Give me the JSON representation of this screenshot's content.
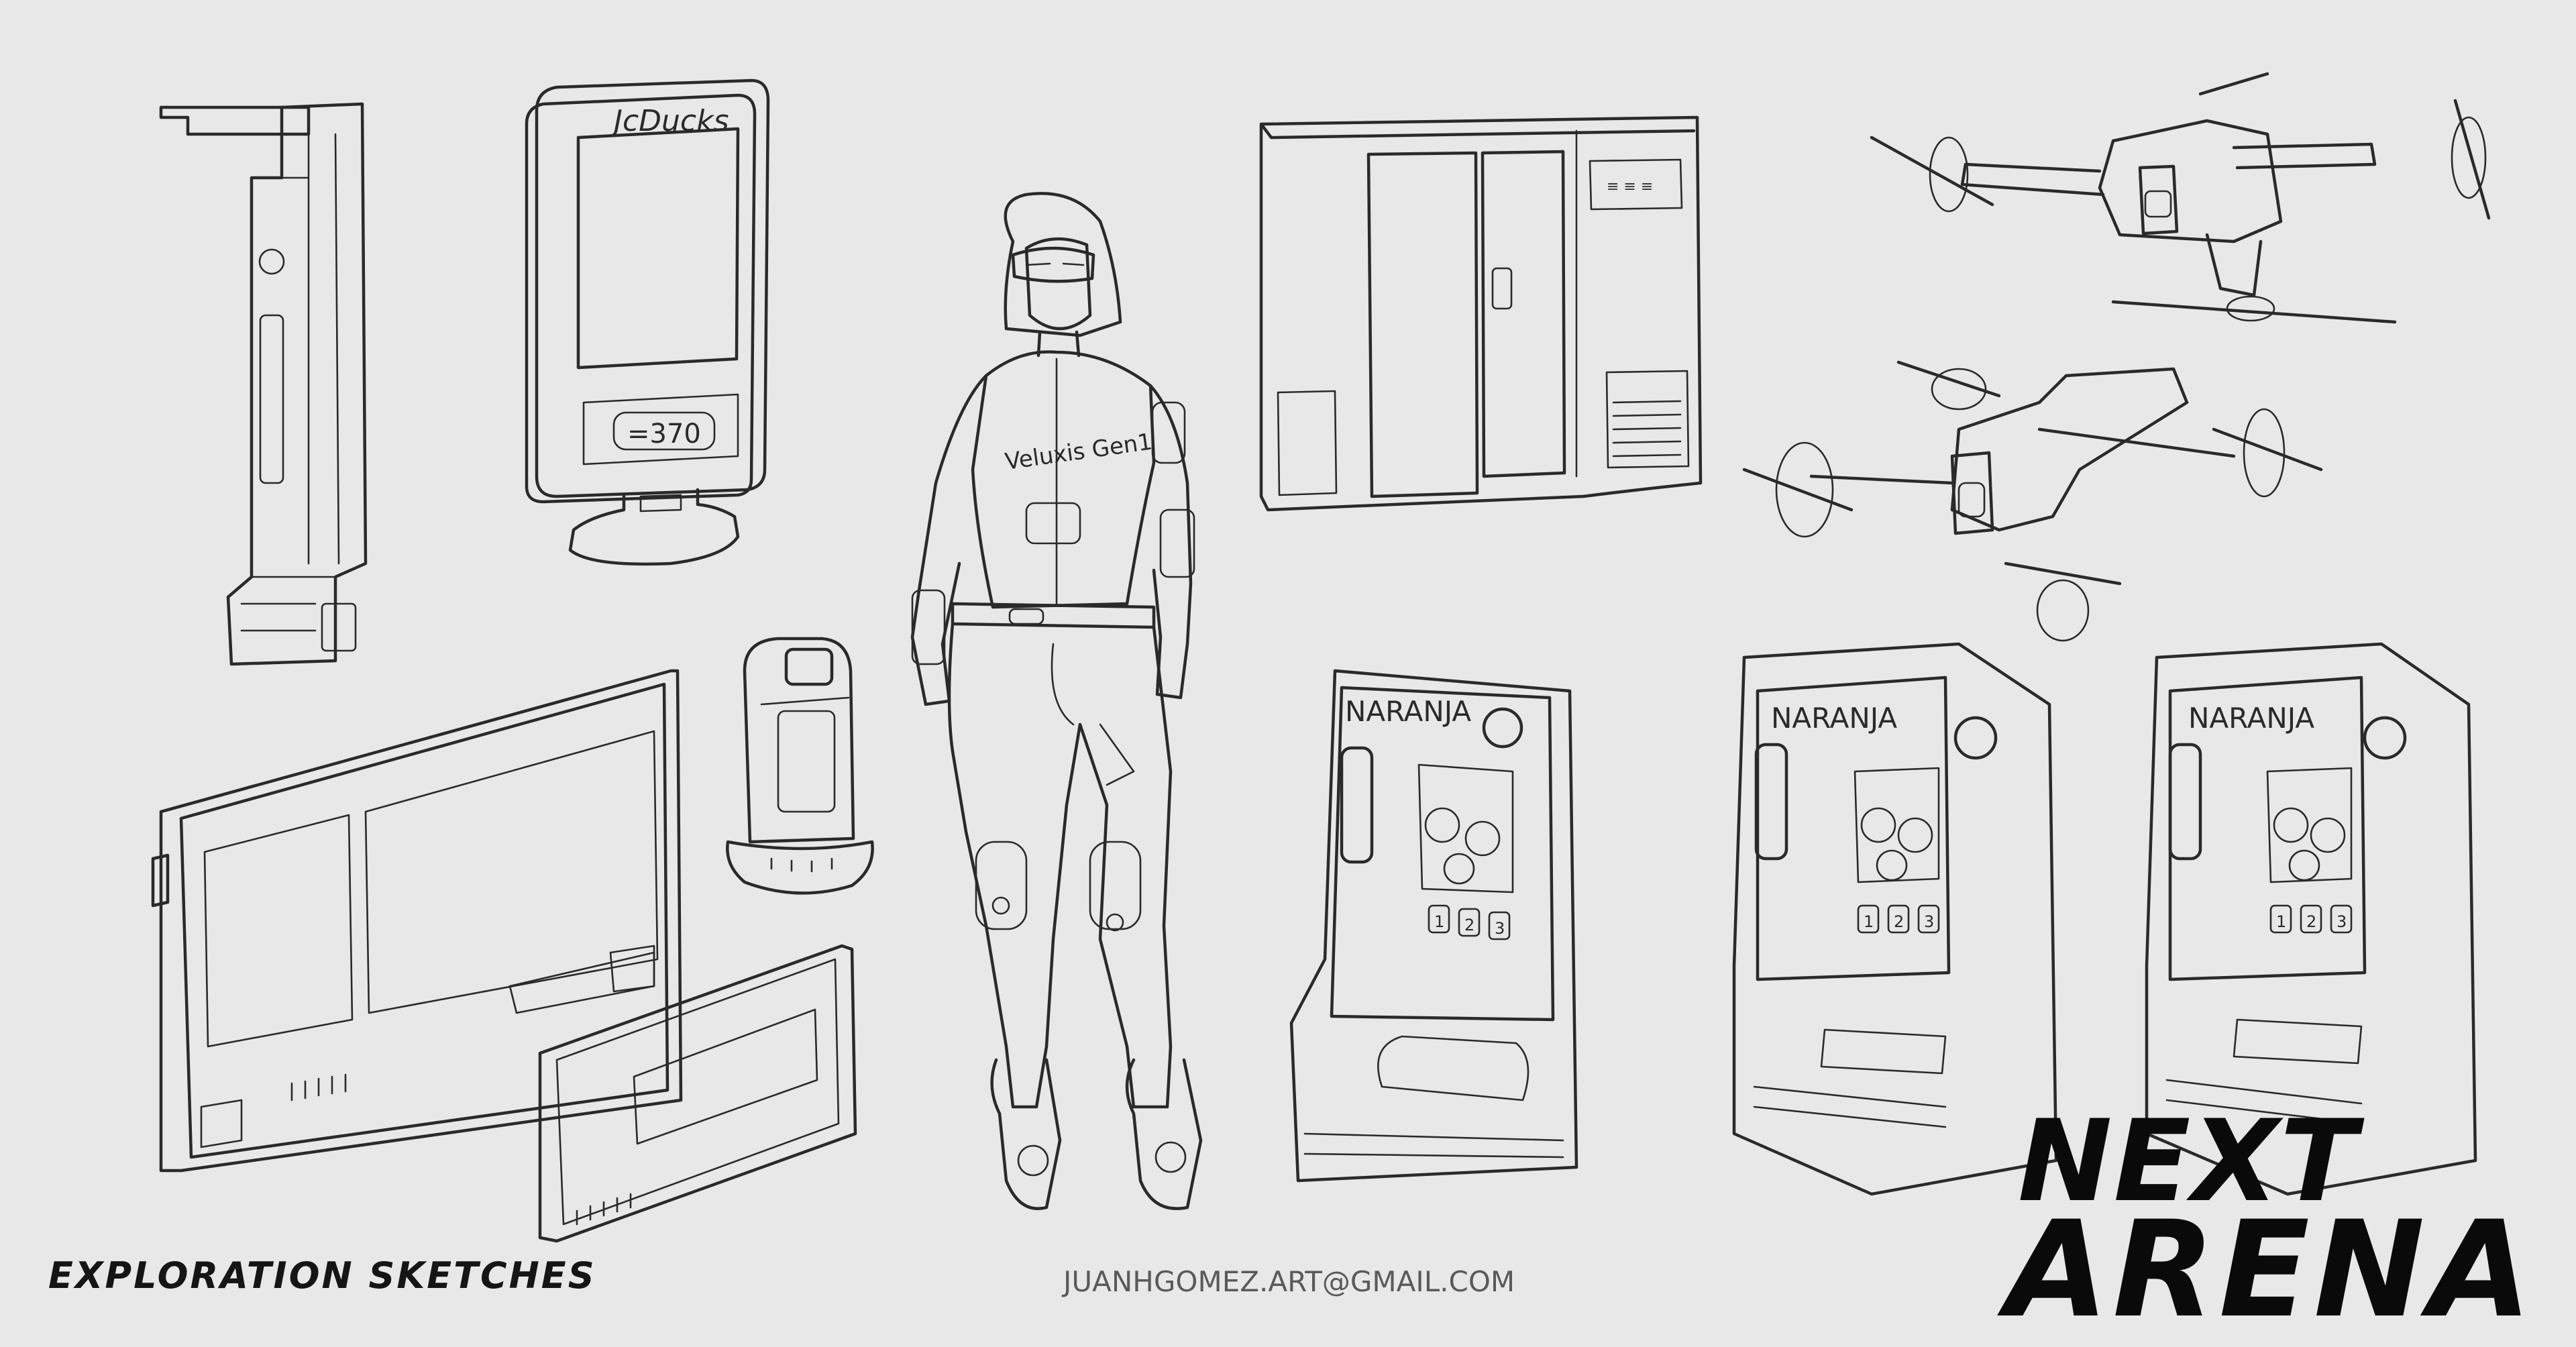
{
  "caption": "EXPLORATION SKETCHES",
  "contact": "JUANHGOMEZ.ART@GMAIL.COM",
  "logo": {
    "line1": "NEXT",
    "line2": "ARENA"
  },
  "sketch_text": {
    "sign_brand": "JcDucks",
    "sign_price": "=370",
    "jacket_text": "Veluxis Gen1",
    "vending_brand": "NARANJA",
    "vending_keys": [
      "1",
      "2",
      "3"
    ]
  },
  "colors": {
    "background": "#e8e8e8",
    "line": "#2a2a2a",
    "caption": "#151515",
    "contact": "#5a5a5a"
  }
}
